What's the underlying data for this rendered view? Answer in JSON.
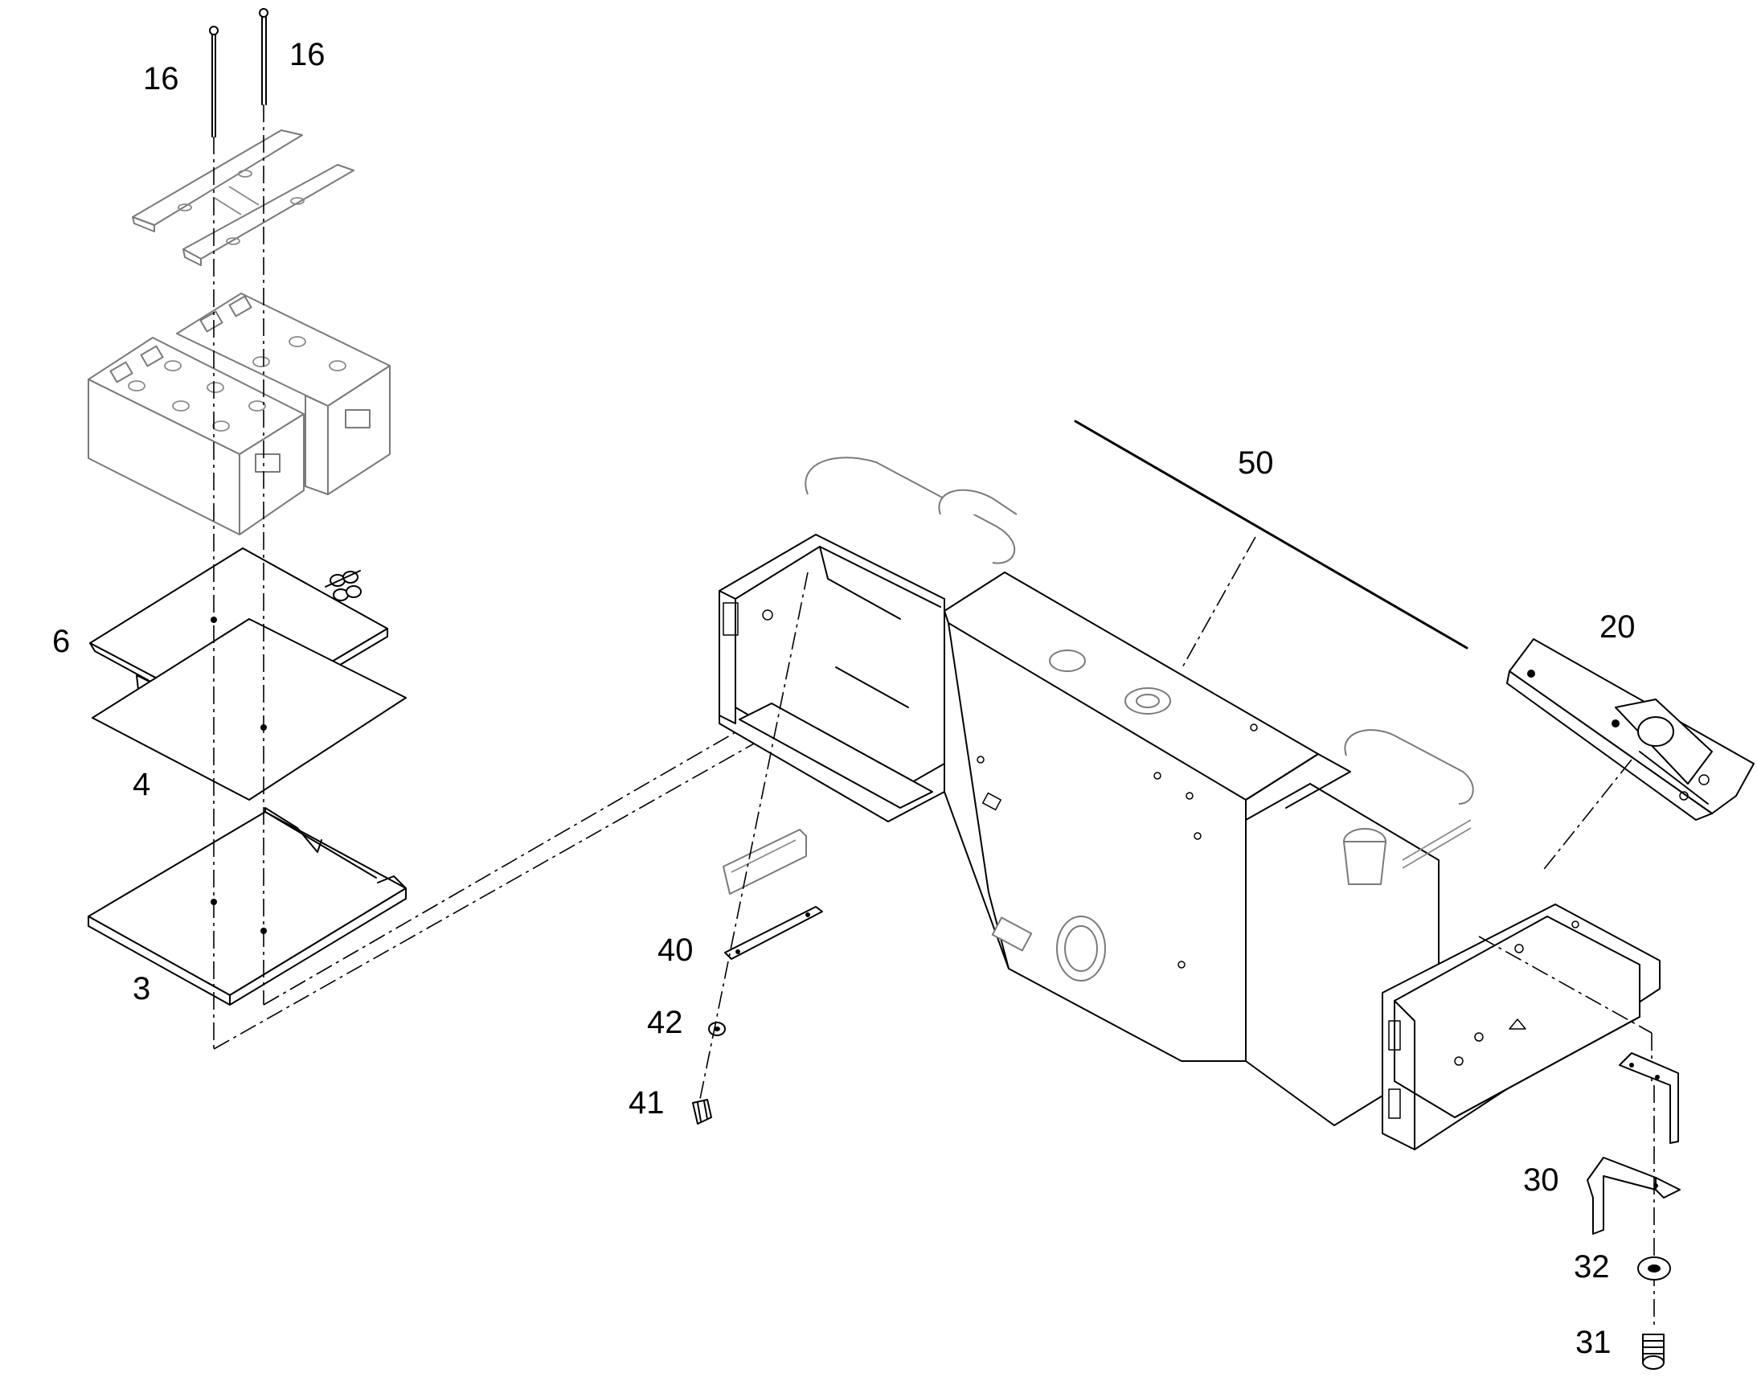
{
  "callouts": {
    "c16a": "16",
    "c16b": "16",
    "c6": "6",
    "c4": "4",
    "c3": "3",
    "c50": "50",
    "c20": "20",
    "c40": "40",
    "c42": "42",
    "c41": "41",
    "c30": "30",
    "c32": "32",
    "c31": "31"
  }
}
